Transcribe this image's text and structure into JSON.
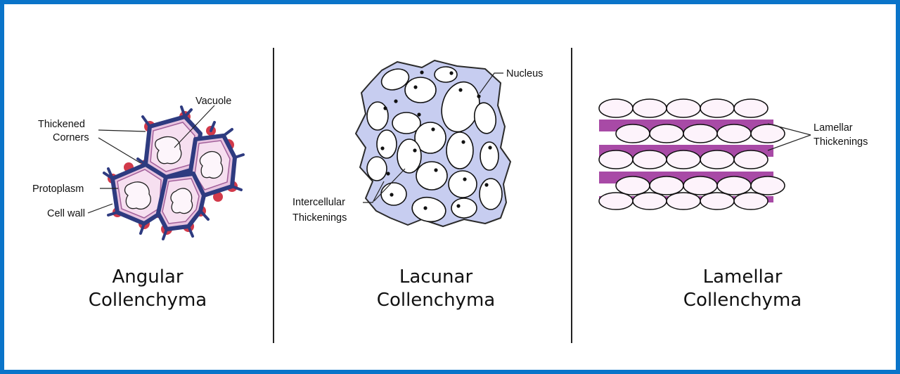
{
  "panels": [
    {
      "title_line1": "Angular",
      "title_line2": "Collenchyma",
      "labels": {
        "vacuole": "Vacuole",
        "thickened_1": "Thickened",
        "thickened_2": "Corners",
        "protoplasm": "Protoplasm",
        "cell_wall": "Cell wall"
      }
    },
    {
      "title_line1": "Lacunar",
      "title_line2": "Collenchyma",
      "labels": {
        "nucleus": "Nucleus",
        "intercellular_1": "Intercellular",
        "intercellular_2": "Thickenings"
      }
    },
    {
      "title_line1": "Lamellar",
      "title_line2": "Collenchyma",
      "labels": {
        "lamellar_1": "Lamellar",
        "lamellar_2": "Thickenings"
      }
    }
  ],
  "colors": {
    "frame": "#0a74c9",
    "wall": "#2e3b80",
    "cell_fill": "#f6dff0",
    "corner_red": "#d23a4a",
    "lacunar_matrix": "#c7cdf0",
    "lamellar_band": "#a84aa6",
    "lamellar_cell": "#fdf3fb"
  }
}
